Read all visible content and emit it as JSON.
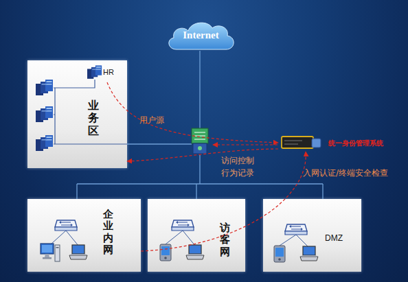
{
  "diagram": {
    "nodes": [
      {
        "text": [
          "Internet"
        ]
      },
      {
        "text": [
          "业务区"
        ]
      },
      {
        "text": [
          "HR"
        ],
        "in": 1
      },
      {
        "text": [
          "统一身份管理系统"
        ]
      },
      {
        "text": [
          "企业内网"
        ]
      },
      {
        "text": [
          "访客网"
        ]
      },
      {
        "text": [
          "DMZ"
        ]
      }
    ],
    "edges": [
      {
        "from": 2,
        "to": 3,
        "label": "用户源",
        "arrow": "to"
      },
      {
        "from": 3,
        "to": 1,
        "label": "访问控制 行为记录",
        "arrow": "to"
      },
      {
        "from": 4,
        "to": 3,
        "label": "入网认证/终端安全检查",
        "arrow": "to"
      }
    ]
  }
}
